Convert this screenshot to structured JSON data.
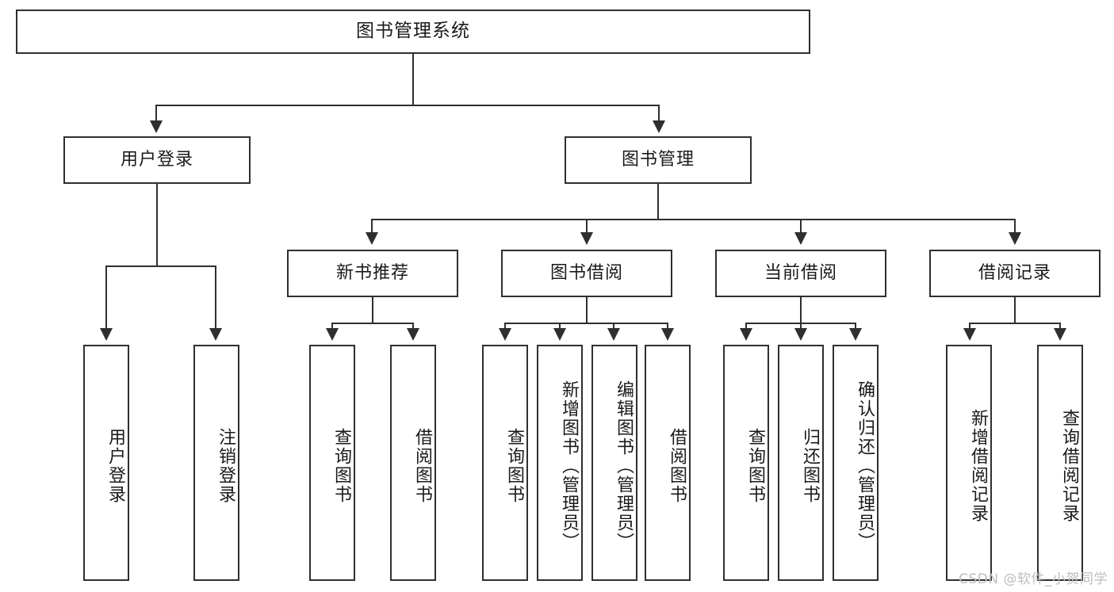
{
  "diagram": {
    "title": "图书管理系统",
    "type": "tree-hierarchy-diagram",
    "root": {
      "label": "图书管理系统"
    },
    "level2": [
      {
        "label": "用户登录"
      },
      {
        "label": "图书管理"
      }
    ],
    "level3": [
      {
        "label": "新书推荐"
      },
      {
        "label": "图书借阅"
      },
      {
        "label": "当前借阅"
      },
      {
        "label": "借阅记录"
      }
    ],
    "leaves": {
      "user_login": [
        {
          "label": "用户登录"
        },
        {
          "label": "注销登录"
        }
      ],
      "new_book_recommend": [
        {
          "label": "查询图书"
        },
        {
          "label": "借阅图书"
        }
      ],
      "book_borrow": [
        {
          "label": "查询图书"
        },
        {
          "label": "新增图书（管理员）"
        },
        {
          "label": "编辑图书（管理员）"
        },
        {
          "label": "借阅图书"
        }
      ],
      "current_borrow": [
        {
          "label": "查询图书"
        },
        {
          "label": "归还图书"
        },
        {
          "label": "确认归还（管理员）"
        }
      ],
      "borrow_record": [
        {
          "label": "新增借阅记录"
        },
        {
          "label": "查询借阅记录"
        }
      ]
    }
  },
  "watermark": {
    "text": "CSDN @软件_小贺同学"
  },
  "colors": {
    "stroke": "#2f2f2f",
    "background": "#ffffff",
    "text": "#1a1a1a",
    "watermark": "#bdbdbd"
  }
}
